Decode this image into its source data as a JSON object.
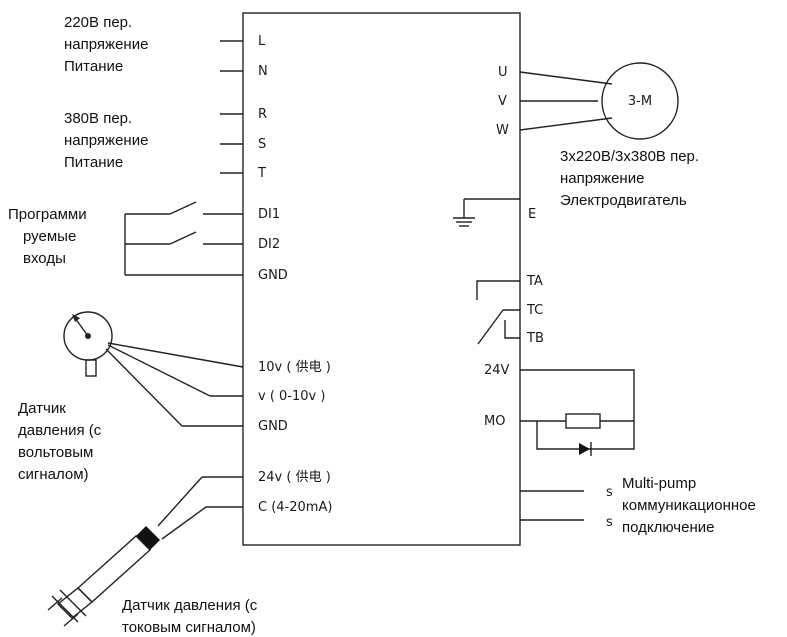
{
  "captions": {
    "supply_220": [
      "220В пер.",
      "напряжение",
      "Питание"
    ],
    "supply_380": [
      "380В пер.",
      "напряжение",
      "Питание"
    ],
    "inputs": [
      "Программи",
      "руемые",
      "входы"
    ],
    "voltage_sensor": [
      "Датчик",
      "давления (с",
      "вольтовым",
      "сигналом)"
    ],
    "current_sensor": [
      "Датчик давления (с",
      "токовым сигналом)"
    ],
    "motor": [
      "3х220В/3х380В пер.",
      "напряжение",
      "Электродвигатель"
    ],
    "multipump": [
      "Multi-pump",
      "коммуникационное",
      "подключение"
    ]
  },
  "terminals": {
    "L": "L",
    "N": "N",
    "R": "R",
    "S": "S",
    "T": "T",
    "DI1": "DI1",
    "DI2": "DI2",
    "GND1": "GND",
    "v10": "10v ( 供电 )",
    "v010": "v ( 0-10v )",
    "GND2": "GND",
    "v24": "24v ( 供电 )",
    "c420": "C (4-20mA)",
    "U": "U",
    "V": "V",
    "W": "W",
    "E": "E",
    "TA": "TA",
    "TC": "TC",
    "TB": "TB",
    "V24R": "24V",
    "MO": "MO"
  },
  "motor_label": "3-M",
  "s_marks": [
    "s",
    "s"
  ]
}
